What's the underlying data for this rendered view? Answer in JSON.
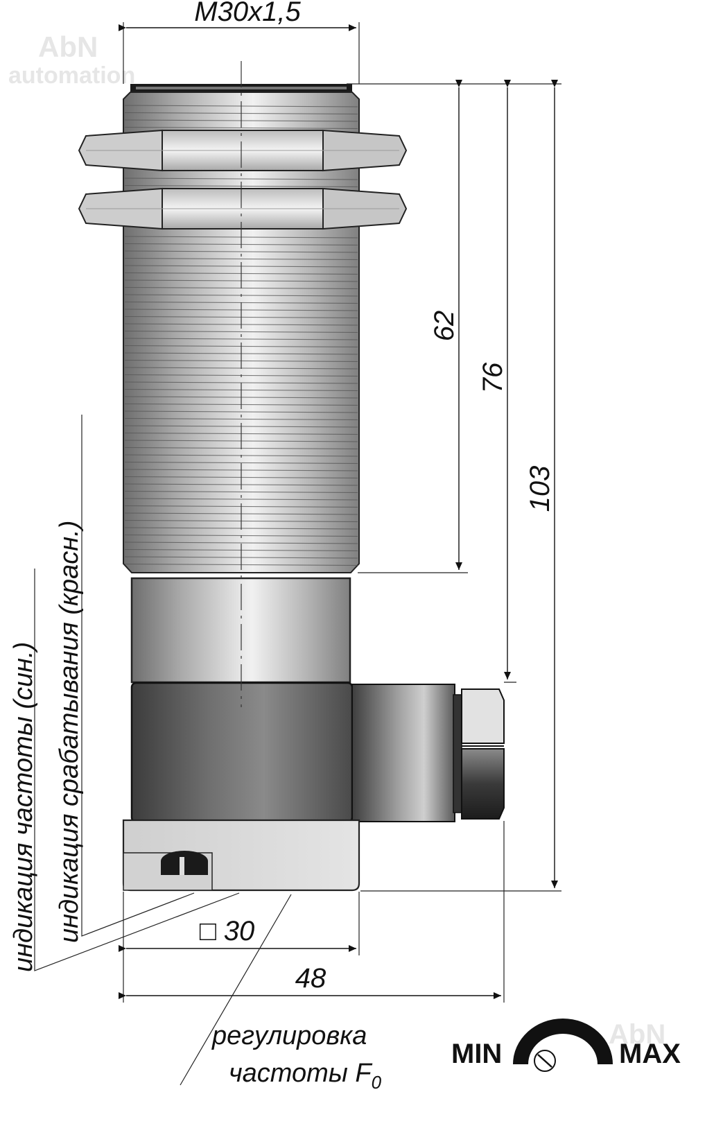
{
  "watermark": {
    "brand": "AbN",
    "subtitle": "automation"
  },
  "dimensions": {
    "thread": "M30x1,5",
    "length_sensing": "62",
    "length_body": "76",
    "length_total": "103",
    "housing_square_symbol": "□",
    "housing_square": "30",
    "width_total": "48"
  },
  "labels": {
    "frequency_indication": "индикация частоты (син.)",
    "switching_indication": "индикация срабатывания (красн.)",
    "frequency_adjust_line1": "регулировка",
    "frequency_adjust_line2": "частоты F",
    "frequency_adjust_subscript": "0"
  },
  "adjust_scale": {
    "min_label": "MIN",
    "max_label": "MAX"
  }
}
